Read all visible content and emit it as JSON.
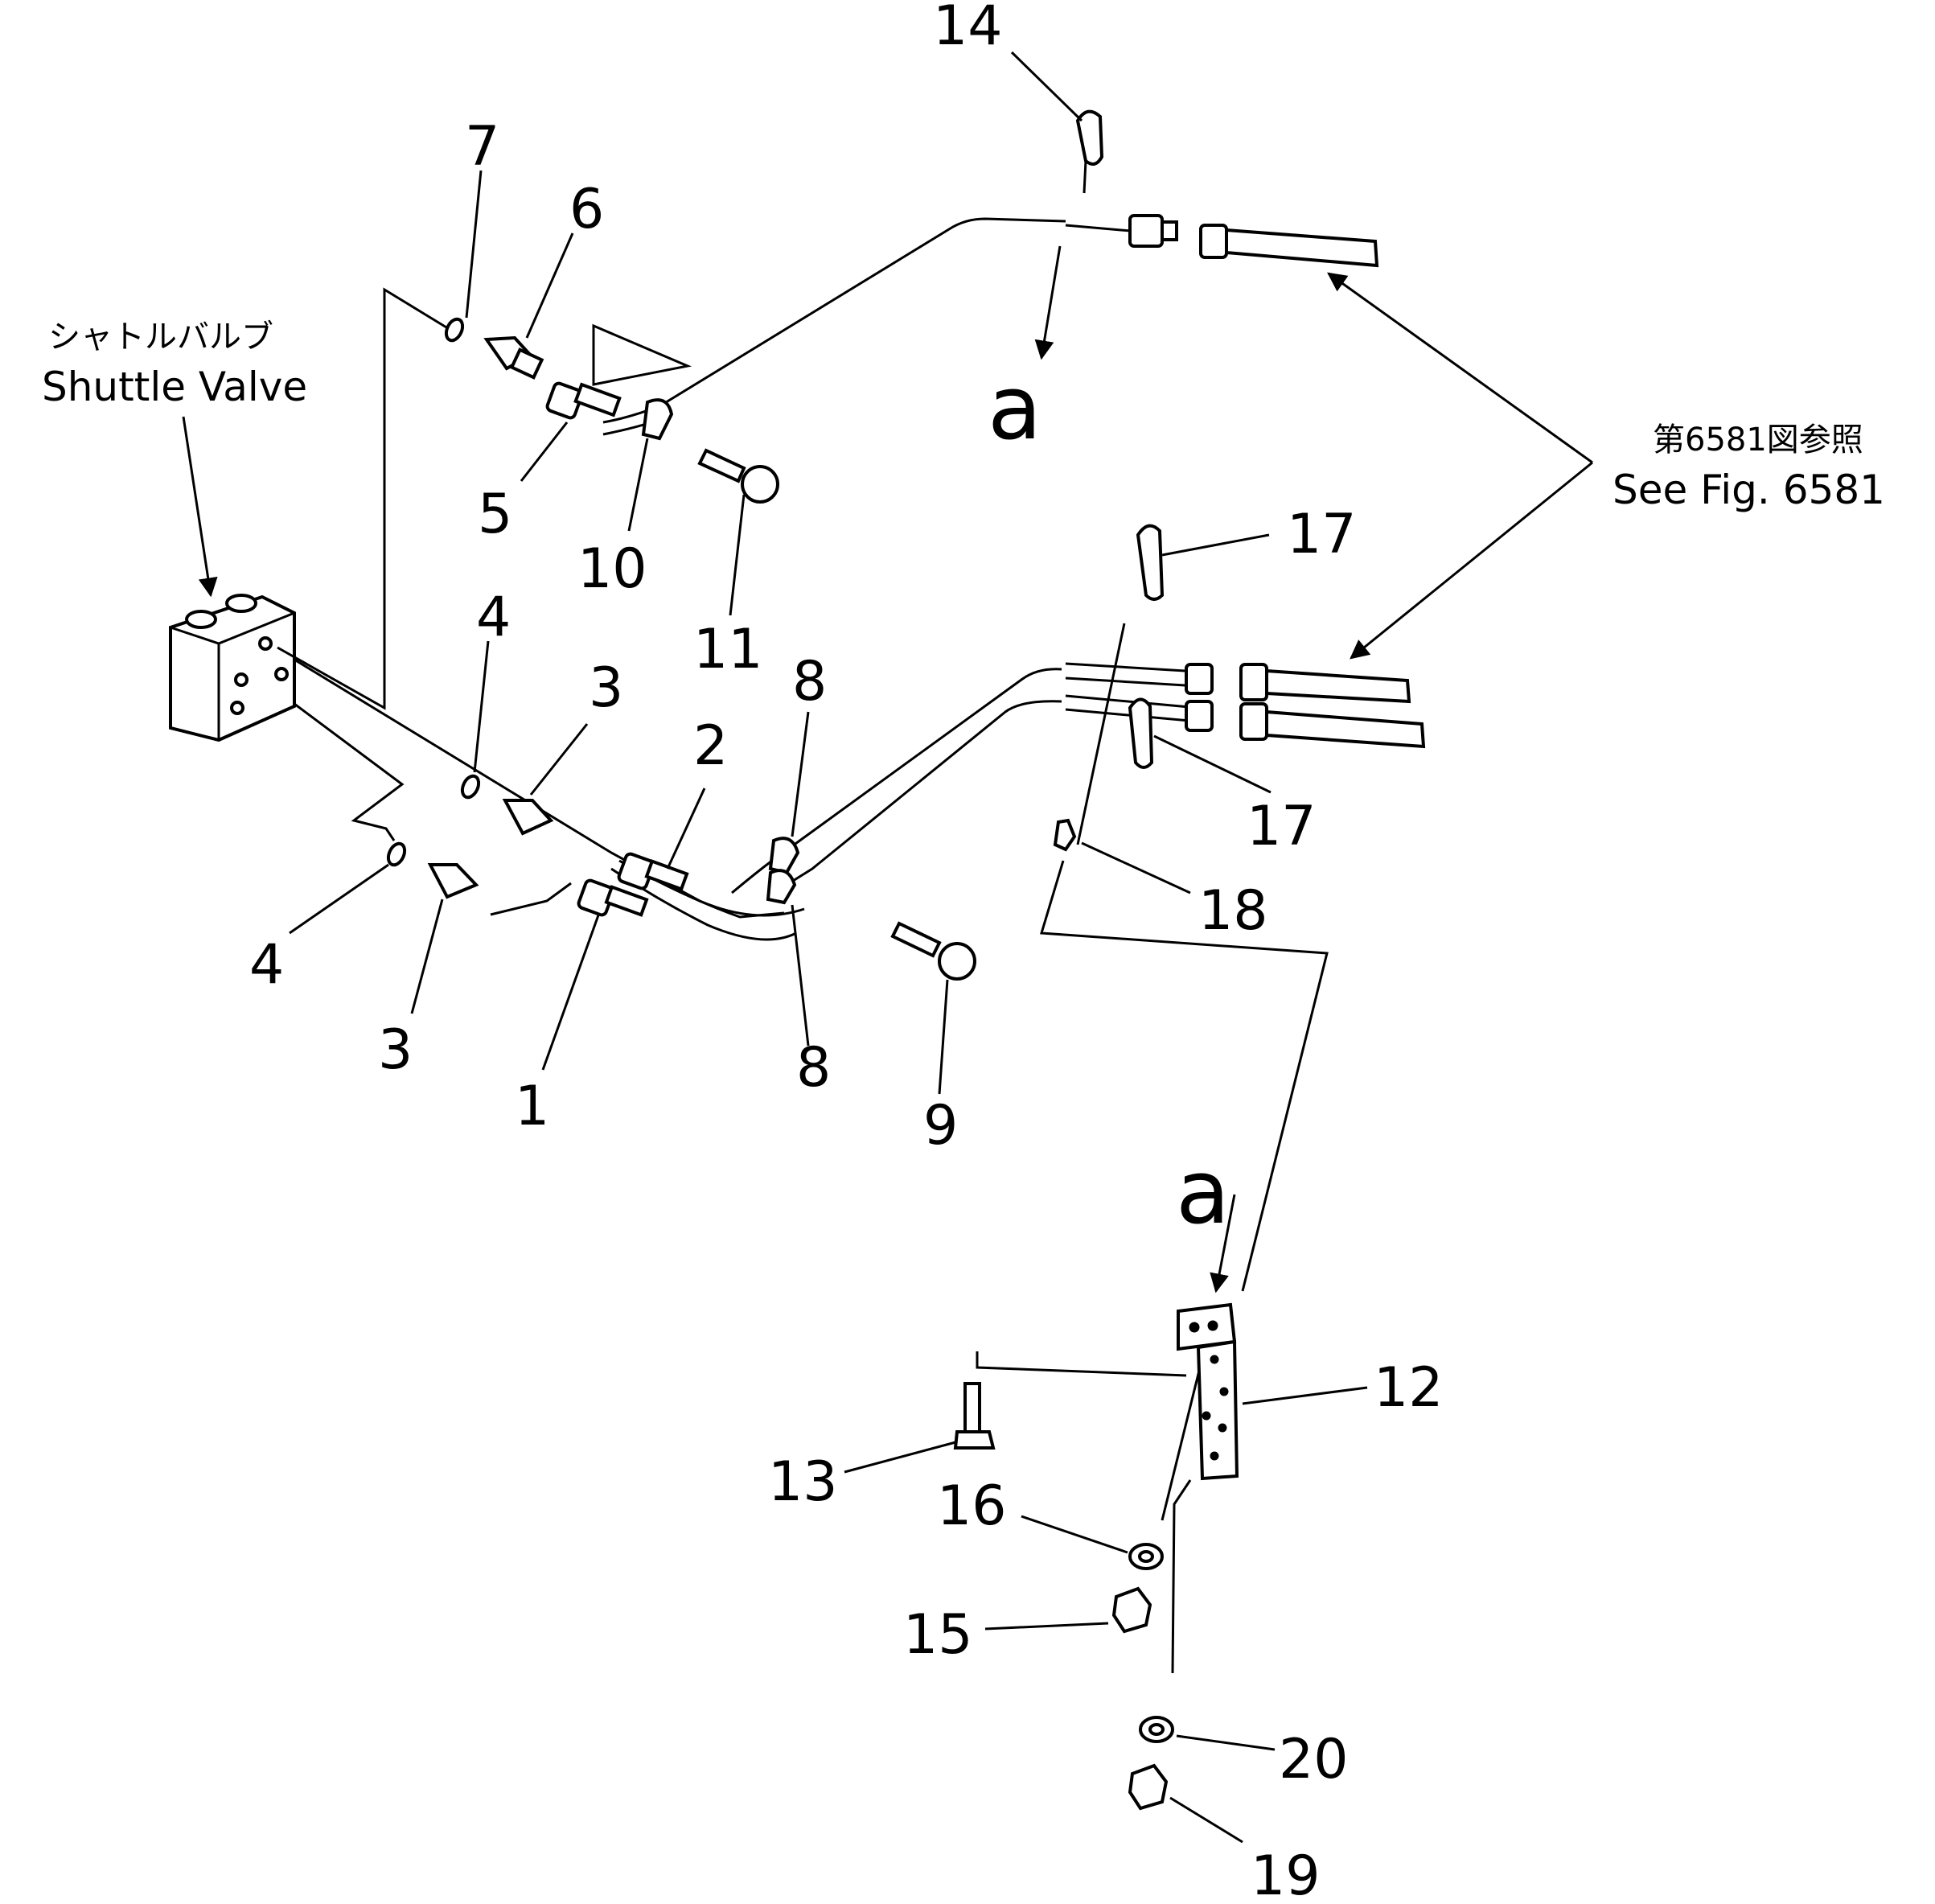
{
  "annotations": {
    "shuttle_valve_jp": "シャトルバルブ",
    "shuttle_valve_en": "Shuttle Valve",
    "see_fig_jp": "第6581図参照",
    "see_fig_en": "See Fig. 6581",
    "ref_a_top": "a",
    "ref_a_bottom": "a"
  },
  "callouts": {
    "c1": "1",
    "c2": "2",
    "c3a": "3",
    "c3b": "3",
    "c4a": "4",
    "c4b": "4",
    "c5": "5",
    "c6": "6",
    "c7": "7",
    "c8a": "8",
    "c8b": "8",
    "c9": "9",
    "c10": "10",
    "c11": "11",
    "c12": "12",
    "c13": "13",
    "c14": "14",
    "c15": "15",
    "c16": "16",
    "c17a": "17",
    "c17b": "17",
    "c18": "18",
    "c19": "19",
    "c20": "20"
  }
}
